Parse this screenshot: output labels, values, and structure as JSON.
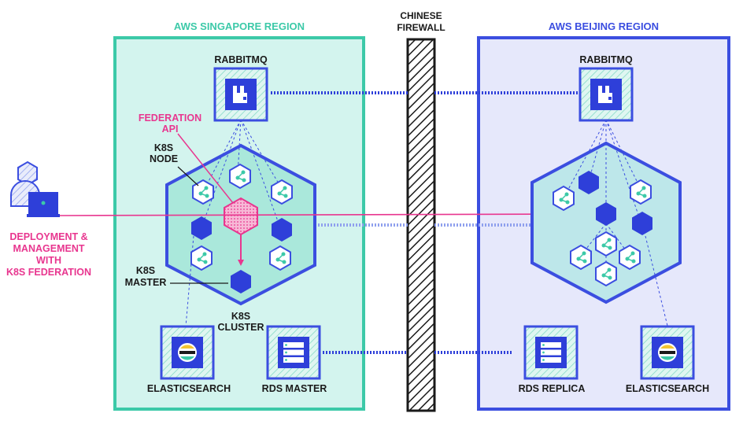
{
  "regions": {
    "singapore": {
      "label": "AWS SINGAPORE REGION"
    },
    "beijing": {
      "label": "AWS BEIJING REGION"
    }
  },
  "firewall": {
    "line1": "CHINESE",
    "line2": "FIREWALL"
  },
  "labels": {
    "rabbitmq_sg": "RABBITMQ",
    "rabbitmq_bj": "RABBITMQ",
    "federation_api_1": "FEDERATION",
    "federation_api_2": "API",
    "k8s_node_1": "K8S",
    "k8s_node_2": "NODE",
    "k8s_master_1": "K8S",
    "k8s_master_2": "MASTER",
    "k8s_cluster_1": "K8S",
    "k8s_cluster_2": "CLUSTER",
    "elasticsearch_sg": "ELASTICSEARCH",
    "rds_master": "RDS MASTER",
    "rds_replica": "RDS REPLICA",
    "elasticsearch_bj": "ELASTICSEARCH",
    "deployment_1": "DEPLOYMENT &",
    "deployment_2": "MANAGEMENT",
    "deployment_3": "WITH",
    "deployment_4": "K8S FEDERATION"
  },
  "icons": {
    "user": "user-with-laptop-icon",
    "rabbitmq": "rabbitmq-icon",
    "elasticsearch": "elasticsearch-icon",
    "rds": "database-server-icon",
    "node": "k8s-node-hexagon-icon",
    "api": "federation-api-hexagon-icon"
  },
  "colors": {
    "teal": "#3cc9a8",
    "teal_fill": "#d3f4ee",
    "blue": "#3b4ee0",
    "blue_fill": "#e6e8fb",
    "pink": "#e8368f",
    "dark": "#1a1a1a"
  }
}
